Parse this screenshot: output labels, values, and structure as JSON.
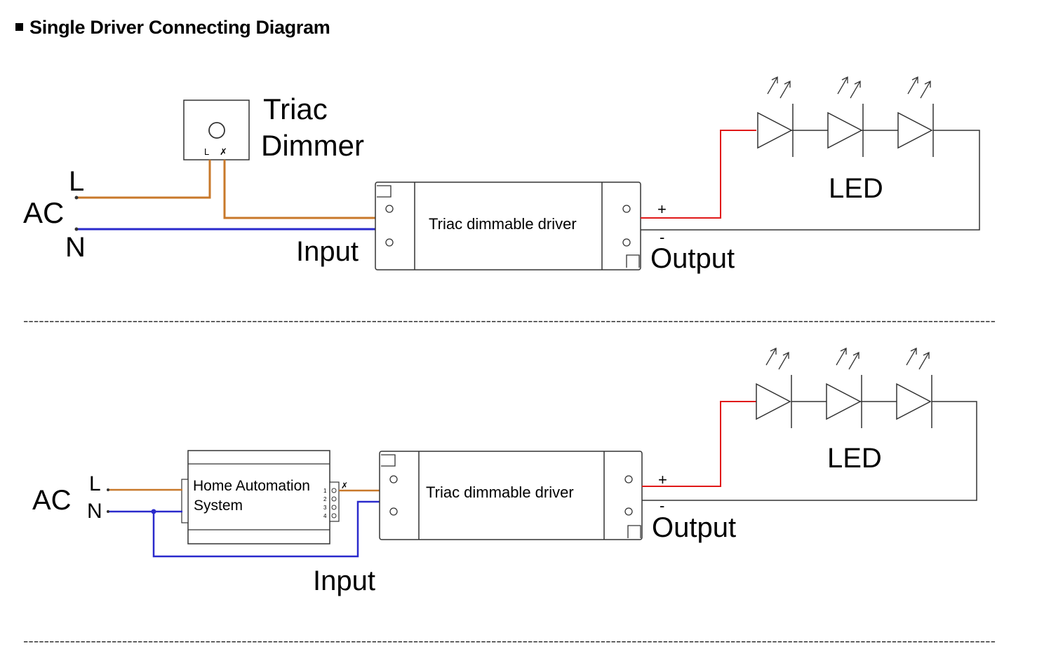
{
  "heading": "Single Driver Connecting Diagram",
  "colors": {
    "live": "#c8782a",
    "neutral": "#2a2acc",
    "positive": "#e01818",
    "line": "#333333"
  },
  "diagram1": {
    "dimmer_label_1": "Triac",
    "dimmer_label_2": "Dimmer",
    "dimmer_terminal_l": "L",
    "dimmer_terminal_dim": "✗",
    "ac": "AC",
    "l": "L",
    "n": "N",
    "input": "Input",
    "driver": "Triac dimmable driver",
    "plus": "+",
    "minus": "-",
    "output": "Output",
    "led": "LED"
  },
  "diagram2": {
    "ac": "AC",
    "l": "L",
    "n": "N",
    "ha_line_1": "Home Automation",
    "ha_line_2": "System",
    "ha_pins": [
      "1",
      "2",
      "3",
      "4"
    ],
    "ha_dim": "✗",
    "input": "Input",
    "driver": "Triac dimmable driver",
    "plus": "+",
    "minus": "-",
    "output": "Output",
    "led": "LED"
  },
  "separator": "-------------------------------------------------------------------------------------------------------------------------------------------------------------------------------------------"
}
